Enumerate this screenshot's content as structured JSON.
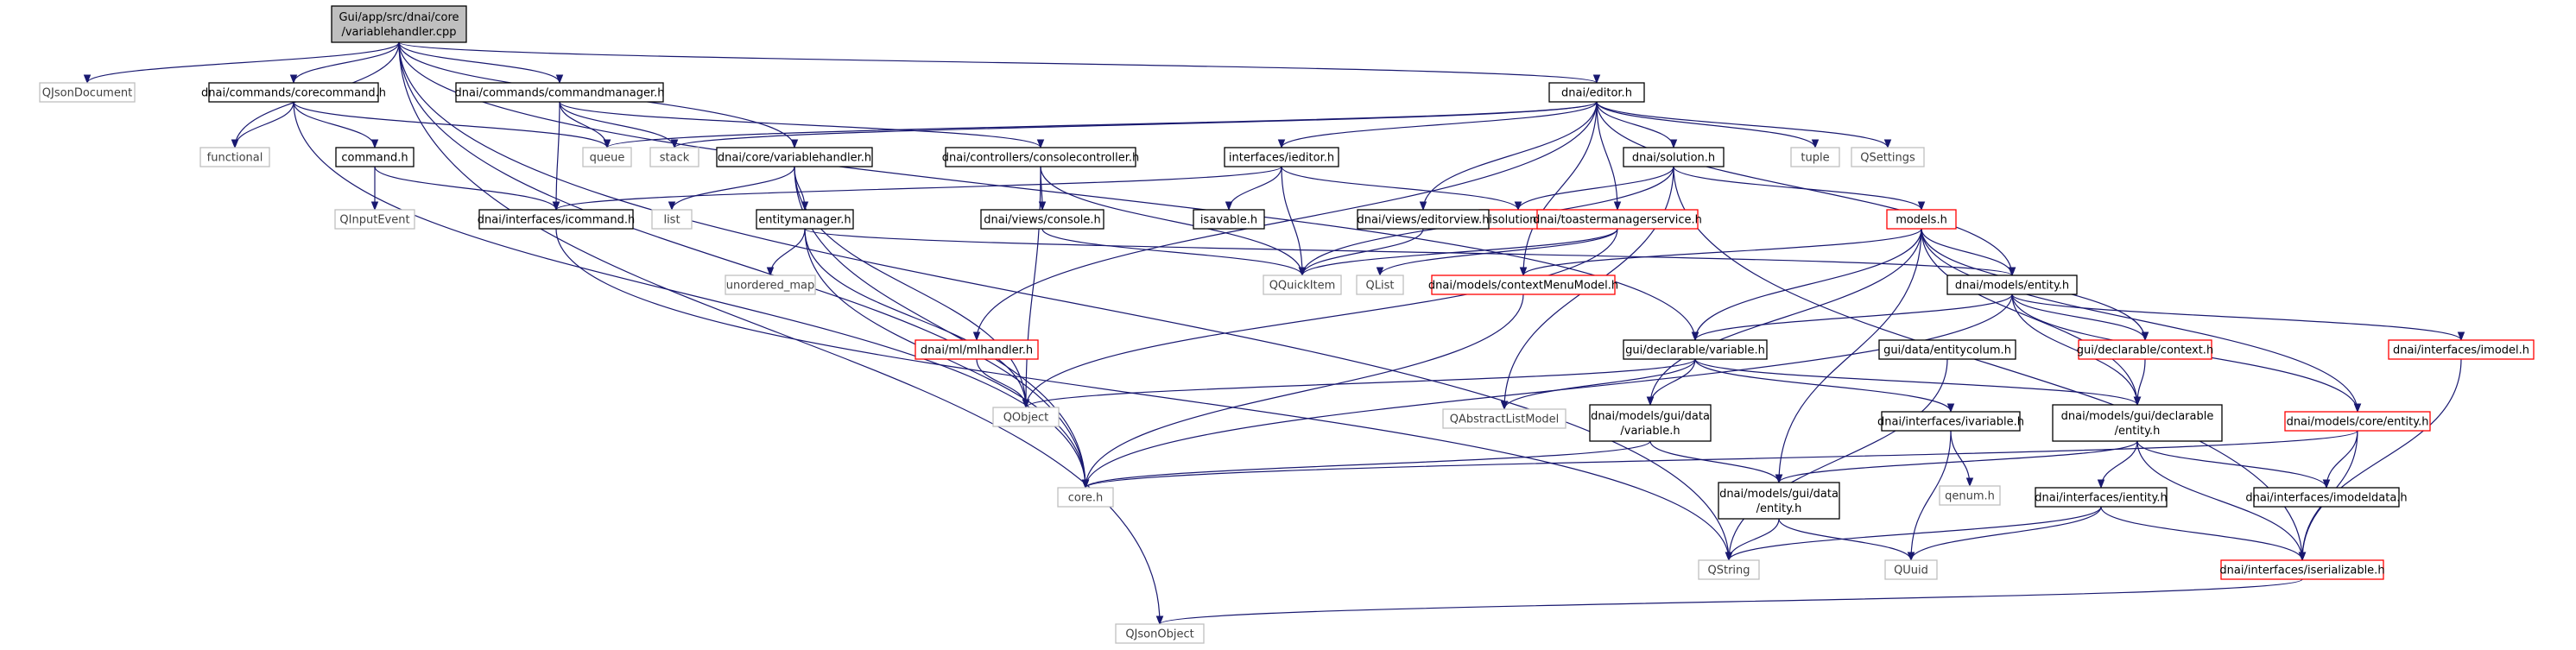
{
  "nodes": [
    {
      "id": "root",
      "label": [
        "Gui/app/src/dnai/core",
        "/variablehandler.cpp"
      ],
      "kind": "root"
    },
    {
      "id": "qjsondocument",
      "label": [
        "QJsonDocument"
      ],
      "kind": "lib"
    },
    {
      "id": "corecommand",
      "label": [
        "dnai/commands/corecommand.h"
      ],
      "kind": "box"
    },
    {
      "id": "commandmanager",
      "label": [
        "dnai/commands/commandmanager.h"
      ],
      "kind": "box"
    },
    {
      "id": "editor",
      "label": [
        "dnai/editor.h"
      ],
      "kind": "box"
    },
    {
      "id": "functional",
      "label": [
        "functional"
      ],
      "kind": "lib"
    },
    {
      "id": "commandh",
      "label": [
        "command.h"
      ],
      "kind": "box"
    },
    {
      "id": "queue",
      "label": [
        "queue"
      ],
      "kind": "lib"
    },
    {
      "id": "stack",
      "label": [
        "stack"
      ],
      "kind": "lib"
    },
    {
      "id": "variablehandler",
      "label": [
        "dnai/core/variablehandler.h"
      ],
      "kind": "box"
    },
    {
      "id": "consolecontroller",
      "label": [
        "dnai/controllers/consolecontroller.h"
      ],
      "kind": "box"
    },
    {
      "id": "ieditor",
      "label": [
        "interfaces/ieditor.h"
      ],
      "kind": "box"
    },
    {
      "id": "solution",
      "label": [
        "dnai/solution.h"
      ],
      "kind": "box"
    },
    {
      "id": "tuple",
      "label": [
        "tuple"
      ],
      "kind": "lib"
    },
    {
      "id": "qsettings",
      "label": [
        "QSettings"
      ],
      "kind": "lib"
    },
    {
      "id": "qinputevent",
      "label": [
        "QInputEvent"
      ],
      "kind": "lib"
    },
    {
      "id": "icommand",
      "label": [
        "dnai/interfaces/icommand.h"
      ],
      "kind": "box"
    },
    {
      "id": "list",
      "label": [
        "list"
      ],
      "kind": "lib"
    },
    {
      "id": "entitymanager",
      "label": [
        "entitymanager.h"
      ],
      "kind": "box"
    },
    {
      "id": "console",
      "label": [
        "dnai/views/console.h"
      ],
      "kind": "box"
    },
    {
      "id": "isavable",
      "label": [
        "isavable.h"
      ],
      "kind": "box"
    },
    {
      "id": "isolution",
      "label": [
        "isolution.h"
      ],
      "kind": "red"
    },
    {
      "id": "toastermanager",
      "label": [
        "dnai/toastermanagerservice.h"
      ],
      "kind": "red"
    },
    {
      "id": "modelsh",
      "label": [
        "models.h"
      ],
      "kind": "red"
    },
    {
      "id": "editorview",
      "label": [
        "dnai/views/editorview.h"
      ],
      "kind": "box"
    },
    {
      "id": "unordered_map",
      "label": [
        "unordered_map"
      ],
      "kind": "lib"
    },
    {
      "id": "qquickitem",
      "label": [
        "QQuickItem"
      ],
      "kind": "lib"
    },
    {
      "id": "qlist",
      "label": [
        "QList"
      ],
      "kind": "lib"
    },
    {
      "id": "contextmenumodel",
      "label": [
        "dnai/models/contextMenuModel.h"
      ],
      "kind": "red"
    },
    {
      "id": "modelsentity",
      "label": [
        "dnai/models/entity.h"
      ],
      "kind": "box"
    },
    {
      "id": "mlhandler",
      "label": [
        "dnai/ml/mlhandler.h"
      ],
      "kind": "red"
    },
    {
      "id": "guivariable",
      "label": [
        "gui/declarable/variable.h"
      ],
      "kind": "box"
    },
    {
      "id": "entitycolum",
      "label": [
        "gui/data/entitycolum.h"
      ],
      "kind": "box"
    },
    {
      "id": "guicontext",
      "label": [
        "gui/declarable/context.h"
      ],
      "kind": "red"
    },
    {
      "id": "imodel",
      "label": [
        "dnai/interfaces/imodel.h"
      ],
      "kind": "red"
    },
    {
      "id": "qobject",
      "label": [
        "QObject"
      ],
      "kind": "lib"
    },
    {
      "id": "qabstractlistmodel",
      "label": [
        "QAbstractListModel"
      ],
      "kind": "lib"
    },
    {
      "id": "guidatavariable",
      "label": [
        "dnai/models/gui/data",
        "/variable.h"
      ],
      "kind": "box"
    },
    {
      "id": "ivariable",
      "label": [
        "dnai/interfaces/ivariable.h"
      ],
      "kind": "box"
    },
    {
      "id": "guideclentity",
      "label": [
        "dnai/models/gui/declarable",
        "/entity.h"
      ],
      "kind": "box"
    },
    {
      "id": "coreentity",
      "label": [
        "dnai/models/core/entity.h"
      ],
      "kind": "red"
    },
    {
      "id": "coreh",
      "label": [
        "core.h"
      ],
      "kind": "lib"
    },
    {
      "id": "qenum",
      "label": [
        "qenum.h"
      ],
      "kind": "lib"
    },
    {
      "id": "guidataentity",
      "label": [
        "dnai/models/gui/data",
        "/entity.h"
      ],
      "kind": "box"
    },
    {
      "id": "ientity",
      "label": [
        "dnai/interfaces/ientity.h"
      ],
      "kind": "box"
    },
    {
      "id": "imodeldata",
      "label": [
        "dnai/interfaces/imodeldata.h"
      ],
      "kind": "box"
    },
    {
      "id": "qstring",
      "label": [
        "QString"
      ],
      "kind": "lib"
    },
    {
      "id": "quuid",
      "label": [
        "QUuid"
      ],
      "kind": "lib"
    },
    {
      "id": "iserializable",
      "label": [
        "dnai/interfaces/iserializable.h"
      ],
      "kind": "red"
    },
    {
      "id": "qjsonobject",
      "label": [
        "QJsonObject"
      ],
      "kind": "lib"
    }
  ]
}
